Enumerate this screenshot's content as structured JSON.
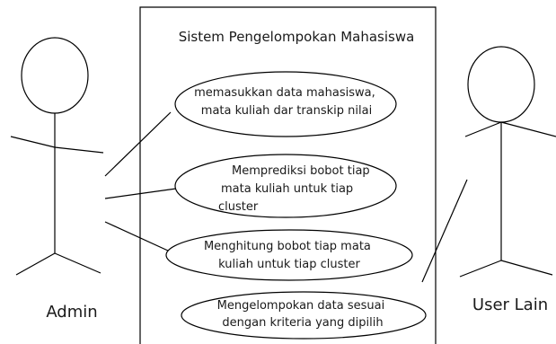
{
  "system_title": "Sistem Pengelompokan Mahasiswa",
  "actors": {
    "admin": {
      "label": "Admin"
    },
    "user_lain": {
      "label": "User Lain"
    }
  },
  "use_cases": [
    {
      "lines": [
        "memasukkan data mahasiswa,",
        "mata kuliah dar transkip nilai"
      ]
    },
    {
      "lines": [
        "Memprediksi bobot tiap",
        "mata kuliah untuk tiap",
        "cluster"
      ]
    },
    {
      "lines": [
        "Menghitung bobot tiap mata",
        "kuliah untuk tiap cluster"
      ]
    },
    {
      "lines": [
        "Mengelompokan data sesuai",
        "dengan kriteria yang dipilih"
      ]
    }
  ]
}
